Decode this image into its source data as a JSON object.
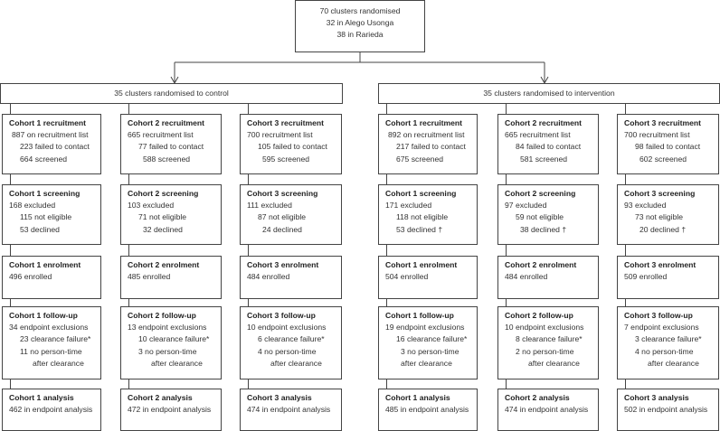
{
  "top": {
    "lines": [
      "70 clusters randomised",
      "32 in Alego Usonga",
      "38 in Rarieda"
    ]
  },
  "arms": [
    {
      "label": "35 clusters randomised to control",
      "cohorts": [
        {
          "recruitment": {
            "title": "Cohort 1 recruitment",
            "lines": [
              {
                "text": "887 on recruitment list",
                "level": 1
              },
              {
                "text": "223 failed to contact",
                "level": 2
              },
              {
                "text": "664 screened",
                "level": 2
              }
            ]
          },
          "screening": {
            "title": "Cohort 1 screening",
            "lines": [
              {
                "text": "168 excluded",
                "level": 0
              },
              {
                "text": "115 not eligible",
                "level": 2
              },
              {
                "text": "53 declined",
                "level": 2
              }
            ]
          },
          "enrolment": {
            "title": "Cohort 1 enrolment",
            "lines": [
              {
                "text": "496 enrolled",
                "level": 0
              }
            ]
          },
          "followup": {
            "title": "Cohort 1 follow-up",
            "lines": [
              {
                "text": "34 endpoint exclusions",
                "level": 0
              },
              {
                "text": "23 clearance failure*",
                "level": 2
              },
              {
                "text": "11 no person-time",
                "level": 2
              },
              {
                "text": "after clearance",
                "level": 4
              }
            ]
          },
          "analysis": {
            "title": "Cohort 1 analysis",
            "lines": [
              {
                "text": "462 in endpoint analysis",
                "level": 0
              }
            ]
          }
        },
        {
          "recruitment": {
            "title": "Cohort 2 recruitment",
            "lines": [
              {
                "text": "665 recruitment list",
                "level": 0
              },
              {
                "text": "77 failed to contact",
                "level": 2
              },
              {
                "text": "588 screened",
                "level": 3
              }
            ]
          },
          "screening": {
            "title": "Cohort 2 screening",
            "lines": [
              {
                "text": "103 excluded",
                "level": 0
              },
              {
                "text": "71 not eligible",
                "level": 2
              },
              {
                "text": "32 declined",
                "level": 3
              }
            ]
          },
          "enrolment": {
            "title": "Cohort 2 enrolment",
            "lines": [
              {
                "text": "485 enrolled",
                "level": 0
              }
            ]
          },
          "followup": {
            "title": "Cohort 2 follow-up",
            "lines": [
              {
                "text": "13 endpoint exclusions",
                "level": 0
              },
              {
                "text": "10 clearance failure*",
                "level": 2
              },
              {
                "text": "3 no person-time",
                "level": 2
              },
              {
                "text": "after clearance",
                "level": 4
              }
            ]
          },
          "analysis": {
            "title": "Cohort 2 analysis",
            "lines": [
              {
                "text": "472 in endpoint analysis",
                "level": 0
              }
            ]
          }
        },
        {
          "recruitment": {
            "title": "Cohort 3 recruitment",
            "lines": [
              {
                "text": "700 recruitment list",
                "level": 0
              },
              {
                "text": "105 failed to contact",
                "level": 2
              },
              {
                "text": "595 screened",
                "level": 3
              }
            ]
          },
          "screening": {
            "title": "Cohort 3 screening",
            "lines": [
              {
                "text": "111 excluded",
                "level": 0
              },
              {
                "text": "87 not eligible",
                "level": 2
              },
              {
                "text": "24 declined",
                "level": 3
              }
            ]
          },
          "enrolment": {
            "title": "Cohort 3 enrolment",
            "lines": [
              {
                "text": "484 enrolled",
                "level": 0
              }
            ]
          },
          "followup": {
            "title": "Cohort 3 follow-up",
            "lines": [
              {
                "text": "10 endpoint exclusions",
                "level": 0
              },
              {
                "text": "6 clearance failure*",
                "level": 2
              },
              {
                "text": "4 no person-time",
                "level": 2
              },
              {
                "text": "after clearance",
                "level": 4
              }
            ]
          },
          "analysis": {
            "title": "Cohort 3 analysis",
            "lines": [
              {
                "text": "474 in endpoint analysis",
                "level": 0
              }
            ]
          }
        }
      ]
    },
    {
      "label": "35 clusters randomised to intervention",
      "cohorts": [
        {
          "recruitment": {
            "title": "Cohort 1 recruitment",
            "lines": [
              {
                "text": "892 on recruitment list",
                "level": 1
              },
              {
                "text": "217 failed to contact",
                "level": 2
              },
              {
                "text": "675 screened",
                "level": 2
              }
            ]
          },
          "screening": {
            "title": "Cohort 1 screening",
            "lines": [
              {
                "text": "171 excluded",
                "level": 0
              },
              {
                "text": "118 not eligible",
                "level": 2
              },
              {
                "text": "53 declined †",
                "level": 2
              }
            ]
          },
          "enrolment": {
            "title": "Cohort 1 enrolment",
            "lines": [
              {
                "text": "504 enrolled",
                "level": 0
              }
            ]
          },
          "followup": {
            "title": "Cohort 1 follow-up",
            "lines": [
              {
                "text": "19 endpoint exclusions",
                "level": 0
              },
              {
                "text": "16 clearance failure*",
                "level": 2
              },
              {
                "text": "3 no person-time",
                "level": 3
              },
              {
                "text": "after clearance",
                "level": 3
              }
            ]
          },
          "analysis": {
            "title": "Cohort 1 analysis",
            "lines": [
              {
                "text": "485 in endpoint analysis",
                "level": 0
              }
            ]
          }
        },
        {
          "recruitment": {
            "title": "Cohort 2 recruitment",
            "lines": [
              {
                "text": "665 recruitment list",
                "level": 0
              },
              {
                "text": "84 failed to contact",
                "level": 2
              },
              {
                "text": "581 screened",
                "level": 3
              }
            ]
          },
          "screening": {
            "title": "Cohort 2 screening",
            "lines": [
              {
                "text": "97 excluded",
                "level": 0
              },
              {
                "text": "59 not eligible",
                "level": 2
              },
              {
                "text": "38 declined †",
                "level": 3
              }
            ]
          },
          "enrolment": {
            "title": "Cohort 2 enrolment",
            "lines": [
              {
                "text": "484 enrolled",
                "level": 0
              }
            ]
          },
          "followup": {
            "title": "Cohort 2 follow-up",
            "lines": [
              {
                "text": "10 endpoint exclusions",
                "level": 0
              },
              {
                "text": "8 clearance failure*",
                "level": 2
              },
              {
                "text": "2 no person-time",
                "level": 2
              },
              {
                "text": "after clearance",
                "level": 4
              }
            ]
          },
          "analysis": {
            "title": "Cohort 2 analysis",
            "lines": [
              {
                "text": "474 in endpoint analysis",
                "level": 0
              }
            ]
          }
        },
        {
          "recruitment": {
            "title": "Cohort 3 recruitment",
            "lines": [
              {
                "text": "700 recruitment list",
                "level": 0
              },
              {
                "text": "98 failed to contact",
                "level": 2
              },
              {
                "text": "602 screened",
                "level": 3
              }
            ]
          },
          "screening": {
            "title": "Cohort 3 screening",
            "lines": [
              {
                "text": "93 excluded",
                "level": 0
              },
              {
                "text": "73 not eligible",
                "level": 2
              },
              {
                "text": "20 declined †",
                "level": 3
              }
            ]
          },
          "enrolment": {
            "title": "Cohort 3 enrolment",
            "lines": [
              {
                "text": "509 enrolled",
                "level": 0
              }
            ]
          },
          "followup": {
            "title": "Cohort 3 follow-up",
            "lines": [
              {
                "text": "7 endpoint exclusions",
                "level": 0
              },
              {
                "text": "3 clearance failure*",
                "level": 2
              },
              {
                "text": "4 no person-time",
                "level": 2
              },
              {
                "text": "after clearance",
                "level": 4
              }
            ]
          },
          "analysis": {
            "title": "Cohort 3 analysis",
            "lines": [
              {
                "text": "502 in endpoint analysis",
                "level": 0
              }
            ]
          }
        }
      ]
    }
  ]
}
